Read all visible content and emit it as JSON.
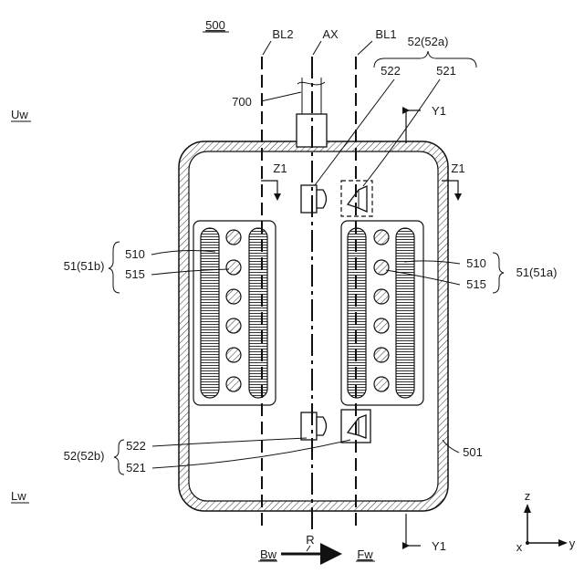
{
  "figure_number": "500",
  "upper_side": "Uw",
  "lower_side": "Lw",
  "bl2": "BL2",
  "ax": "AX",
  "bl1": "BL1",
  "cable": "700",
  "housing": "501",
  "sensor_top": "52(52a)",
  "sensor_bottom": "52(52b)",
  "emitter": "521",
  "receiver": "522",
  "cell_a": "51(51a)",
  "cell_b": "51(51b)",
  "cell_part_510": "510",
  "cell_part_515": "515",
  "section_z": "Z1",
  "section_y": "Y1",
  "rotation": "R",
  "backward": "Bw",
  "forward": "Fw",
  "axis_x": "x",
  "axis_y": "y",
  "axis_z": "z"
}
